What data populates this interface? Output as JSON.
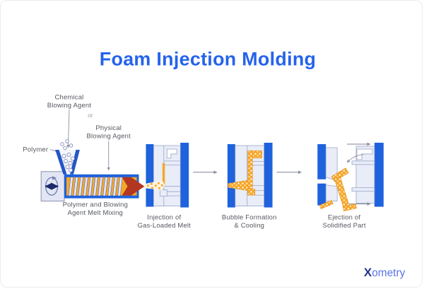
{
  "title": {
    "text": "Foam Injection Molding",
    "color": "#2563eb"
  },
  "diagram": {
    "inputs": {
      "chemical_line1": "Chemical",
      "chemical_line2": "Blowing Agent",
      "or_text": "or",
      "physical_line1": "Physical",
      "physical_line2": "Blowing Agent",
      "polymer": "Polymer"
    },
    "stages": [
      {
        "name": "melt-mixing",
        "label_line1": "Polymer and Blowing",
        "label_line2": "Agent Melt Mixing"
      },
      {
        "name": "injection",
        "label_line1": "Injection of",
        "label_line2": "Gas-Loaded Melt"
      },
      {
        "name": "bubble-formation-cooling",
        "label_line1": "Bubble Formation",
        "label_line2": "& Cooling"
      },
      {
        "name": "ejection",
        "label_line1": "Ejection of",
        "label_line2": "Solidified Part"
      }
    ],
    "icons": {
      "rotation": "rotation-arrow-icon",
      "reciprocation": "double-headed-arrow-icon",
      "stage_flow": "right-arrow-icon",
      "ejection_curve": "curved-arrow-icon"
    }
  },
  "logo": {
    "x": "X",
    "rest": "ometry"
  },
  "colors": {
    "accent_blue": "#2563eb",
    "machine_blue": "#1e62dd",
    "melt_orange": "#f6a727",
    "nozzle_red": "#b23620",
    "mold_light": "#e9edf8",
    "outline_gray": "#9aa4c8",
    "label_gray": "#55585f",
    "arrow_navy": "#1b2a6b",
    "logo_navy": "#28338f",
    "logo_blue": "#5b74e8"
  }
}
